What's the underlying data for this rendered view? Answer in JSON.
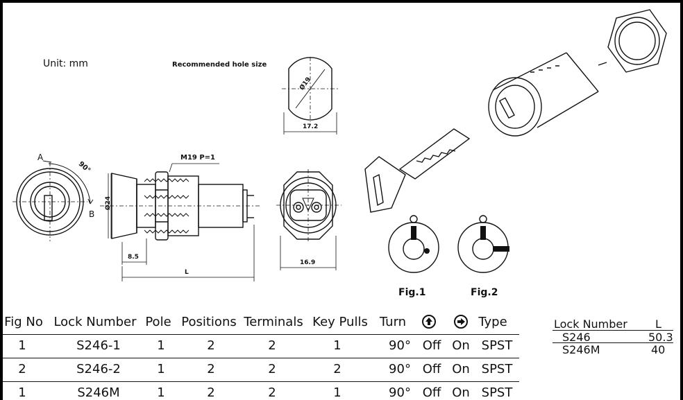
{
  "labels": {
    "unit": "Unit: mm",
    "recommended": "Recommended hole size",
    "fig1": "Fig.1",
    "fig2": "Fig.2",
    "angle": "90°",
    "pos_a": "A",
    "pos_b": "B",
    "thread": "M19 P=1",
    "dia19": "Ø19",
    "width172": "17.2",
    "dia24": "Ø24",
    "dim85": "8.5",
    "dimL": "L",
    "dim169": "16.9"
  },
  "icons": {
    "fig1_up": "arrow-up-circle-icon",
    "fig2_right": "arrow-right-circle-icon"
  },
  "spec_table": {
    "headers": [
      "Fig No",
      "Lock Number",
      "Pole",
      "Positions",
      "Terminals",
      "Key Pulls",
      "Turn",
      "",
      "",
      "Type"
    ],
    "header_icons": [
      "up-arrow-circle-icon",
      "right-arrow-circle-icon"
    ],
    "rows": [
      [
        "1",
        "S246-1",
        "1",
        "2",
        "2",
        "1",
        "90°",
        "Off",
        "On",
        "SPST"
      ],
      [
        "2",
        "S246-2",
        "1",
        "2",
        "2",
        "2",
        "90°",
        "Off",
        "On",
        "SPST"
      ],
      [
        "1",
        "S246M",
        "1",
        "2",
        "2",
        "1",
        "90°",
        "Off",
        "On",
        "SPST"
      ]
    ]
  },
  "length_table": {
    "headers": [
      "Lock Number",
      "L"
    ],
    "rows": [
      [
        "S246",
        "50.3"
      ],
      [
        "S246M",
        "40"
      ]
    ]
  }
}
